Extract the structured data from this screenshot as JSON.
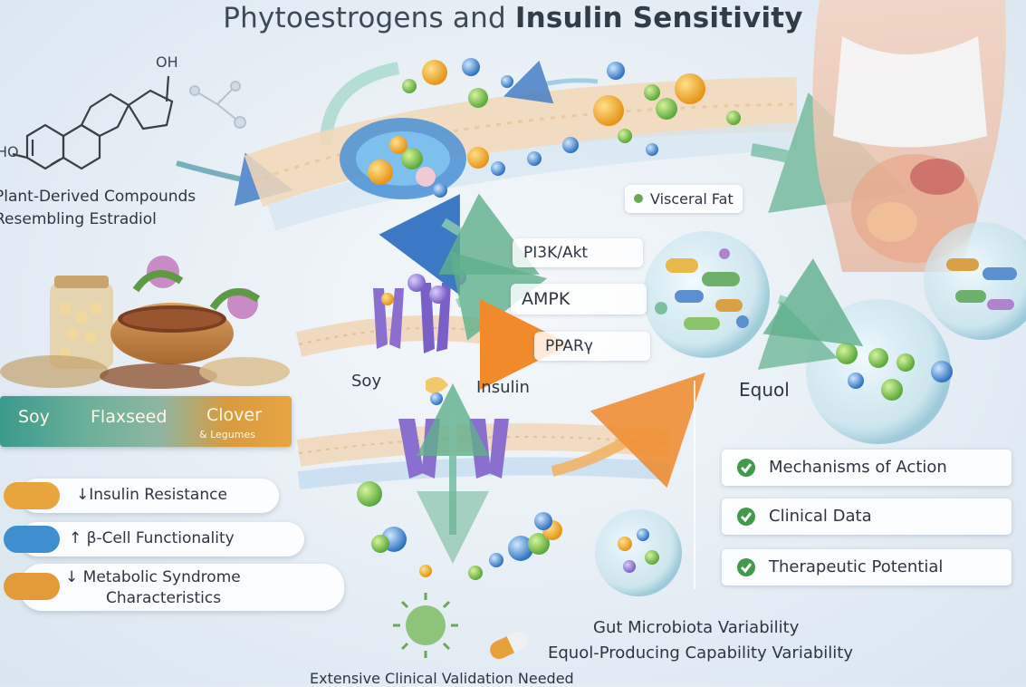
{
  "title": {
    "part1": "Phytoestrogens",
    "connector": " and ",
    "part2": "Insulin Sensitivity"
  },
  "molecule": {
    "oh_top": "OH",
    "ho_left": "HO",
    "caption_line1": "Plant-Derived Compounds",
    "caption_line2": "Resembling Estradiol"
  },
  "sources": {
    "soy": "Soy",
    "flaxseed": "Flaxseed",
    "clover": "Clover",
    "legumes": "& Legumes"
  },
  "benefits": [
    {
      "arrow": "↓",
      "text": "Insulin Resistance",
      "cap_color": "#e8a53c"
    },
    {
      "arrow": "↑",
      "text": "β-Cell Functionality",
      "cap_color": "#3f8fd0"
    },
    {
      "arrow": "↓",
      "text": "Metabolic Syndrome",
      "text2": "Characteristics",
      "cap_color": "#e39b3a"
    }
  ],
  "pathways": {
    "pi3k": "PI3K/Akt",
    "ampk": "AMPK",
    "ppar": "PPARγ"
  },
  "labels": {
    "soy": "Soy",
    "insulin": "Insulin",
    "visceral_fat": "Visceral Fat",
    "equol": "Equol"
  },
  "checklist": [
    "Mechanisms of Action",
    "Clinical Data",
    "Therapeutic Potential"
  ],
  "notes": {
    "gut": "Gut Microbiota Variability",
    "equol_capability": "Equol-Producing Capability Variability",
    "validation": "Extensive Clinical Validation Needed"
  },
  "colors": {
    "check_green": "#3f9a4c",
    "arrow_blue": "#3c79c4",
    "arrow_green": "#5fb08c",
    "arrow_orange": "#f08a2a"
  }
}
